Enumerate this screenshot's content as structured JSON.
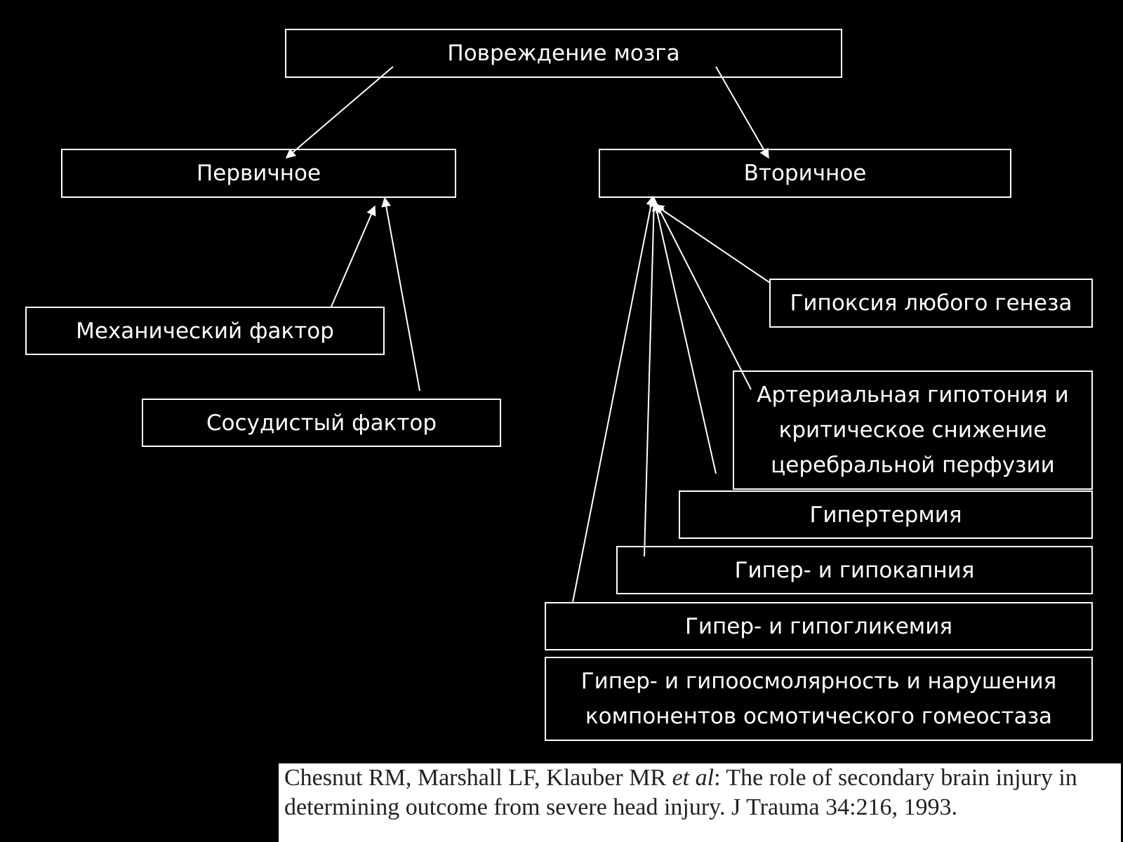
{
  "diagram": {
    "root": "Повреждение мозга",
    "primary": {
      "label": "Первичное",
      "factors": [
        "Механический фактор",
        "Сосудистый фактор"
      ]
    },
    "secondary": {
      "label": "Вторичное",
      "factors": [
        "Гипоксия любого генеза",
        "Артериальная гипотония и\nкритическое снижение\nцеребральной перфузии",
        "Гипертермия",
        "Гипер- и гипокапния",
        "Гипер- и гипогликемия",
        "Гипер- и гипоосмолярность и нарушения\nкомпонентов осмотического гомеостаза"
      ]
    }
  },
  "citation": {
    "authors": "Chesnut RM, Marshall LF, Klauber MR ",
    "etal": "et al",
    "text": ": The role of secondary brain injury in determining outcome from severe head injury. J Trauma 34:216, 1993."
  }
}
